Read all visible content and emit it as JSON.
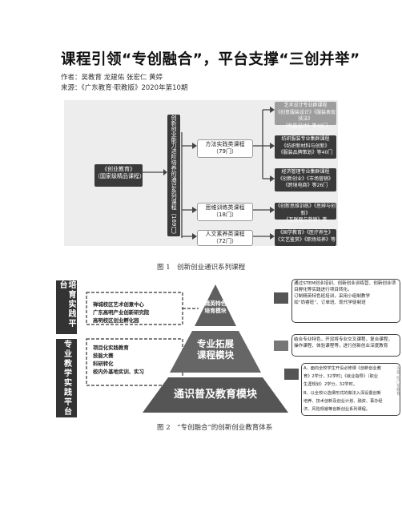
{
  "article": {
    "title": "课程引领“专创融合”，平台支撑“三创并举”",
    "authors": "作者：吴教育 龙建佑 张宏仁 黄婷",
    "source": "来源：《广东教育·职教版》2020年第10期"
  },
  "figure1": {
    "left_box": [
      "《创业教育》",
      "（国家级精品课程）"
    ],
    "vertical_title": "创新创业能力进阶培养的通识系列课程（169门）",
    "methods": [
      "方法实践类课程",
      "（79门）"
    ],
    "thinking": [
      "思维训练类课程",
      "（18门）"
    ],
    "humanities": [
      "人文素养类课程",
      "（72门）"
    ],
    "top_box": [
      "艺术设计专业群课程",
      "《创意服装设计》《服装表现技法》",
      "《包装设计》等40门"
    ],
    "textile_box": [
      "纺织服装专业集群课程",
      "《纺织新材料与创新》",
      "《服装品牌策划》等40门"
    ],
    "econ_box": [
      "经济管理专业集群课程",
      "《创新创业》《市场营销》",
      "《跨境电商》等26门"
    ],
    "thinking_box": [
      "《创新思维训练》《思辨与创新》",
      "《互联网与营销》等"
    ],
    "humanities_box": [
      "《国学教育》《医疗养生》",
      "《文艺鉴赏》《职场培养》等"
    ],
    "caption": "图 1　创新创业通识系列课程"
  },
  "figure2": {
    "side_top": "培育实践平台",
    "side_bottom": "专业教学实践平台",
    "left_top_items": [
      "禅城校区艺术创意中心",
      "广东高明产业创新研究院",
      "高明校区创业孵化园"
    ],
    "left_bottom_items": [
      "项目化实践教育",
      "技能大赛",
      "科研转化",
      "校内外基地实训、实习"
    ],
    "pyramid_top": [
      "精英特色",
      "培育模块"
    ],
    "pyramid_middle": [
      "专业拓展",
      "课程模块"
    ],
    "pyramid_bottom": "通识普及教育模块",
    "right_top": [
      "通过STEM创业培训、创新创业训练营、创新创业项",
      "目孵化等实践进行项目转化。",
      "订制精英特色班培训，采用小组制教学",
      "如“尚睿班”、订单班、现代学徒制班"
    ],
    "right_middle": [
      "结合专业特色，开设将专业交叉课程，复合课程，",
      "操作课程、体验课程等，进行创新创业深度教育"
    ],
    "right_bottom": [
      "A、面向全校学生开设必修课《创新创业教",
      "育》2学分，32学时；《就业指导》（职业",
      "生涯规划）2学分，32学时。",
      "B、以全校公选课形式的做法入深设置创新",
      "培养、技术创新及创业计划、融资、事办经",
      "济、风险规避等创新创业系列课程。"
    ],
    "caption": "图 2　“专创融合”的创新创业教育体系",
    "watermark": "头条 @广东教育"
  }
}
